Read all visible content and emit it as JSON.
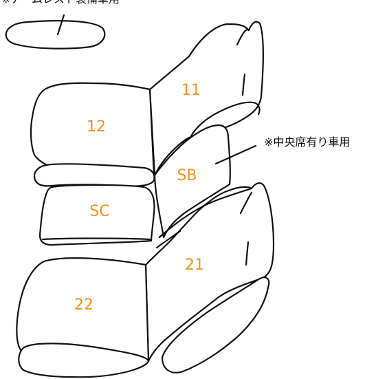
{
  "notes": {
    "armrest_note": "※アームレスト装備車用",
    "center_seat_note": "※中央席有り車用"
  },
  "parts": {
    "p11": "11",
    "p12": "12",
    "sb": "SB",
    "sc": "SC",
    "p21": "21",
    "p22": "22"
  },
  "colors": {
    "label": "#f0901e",
    "outline": "#111111",
    "background": "#ffffff"
  }
}
